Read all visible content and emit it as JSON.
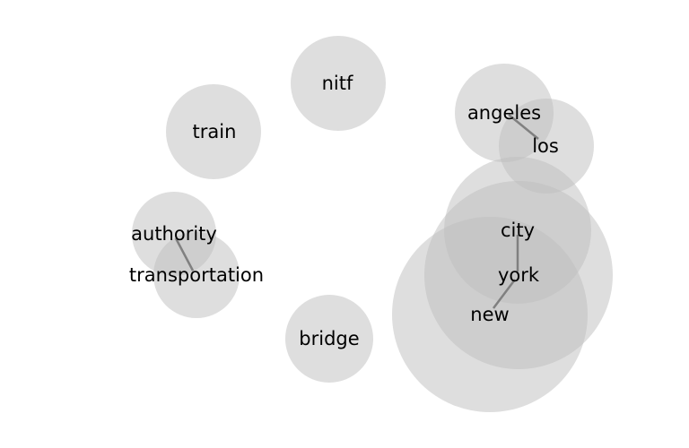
{
  "bubble_color": "#bdbdbd",
  "link_color": "#808080",
  "terms": {
    "nitf": "nitf",
    "train": "train",
    "angeles": "angeles",
    "los": "los",
    "city": "city",
    "authority": "authority",
    "transportation": "transportation",
    "york": "york",
    "new": "new",
    "bridge": "bridge"
  },
  "links": [
    [
      "angeles",
      "los"
    ],
    [
      "city",
      "york"
    ],
    [
      "york",
      "new"
    ],
    [
      "authority",
      "transportation"
    ]
  ]
}
